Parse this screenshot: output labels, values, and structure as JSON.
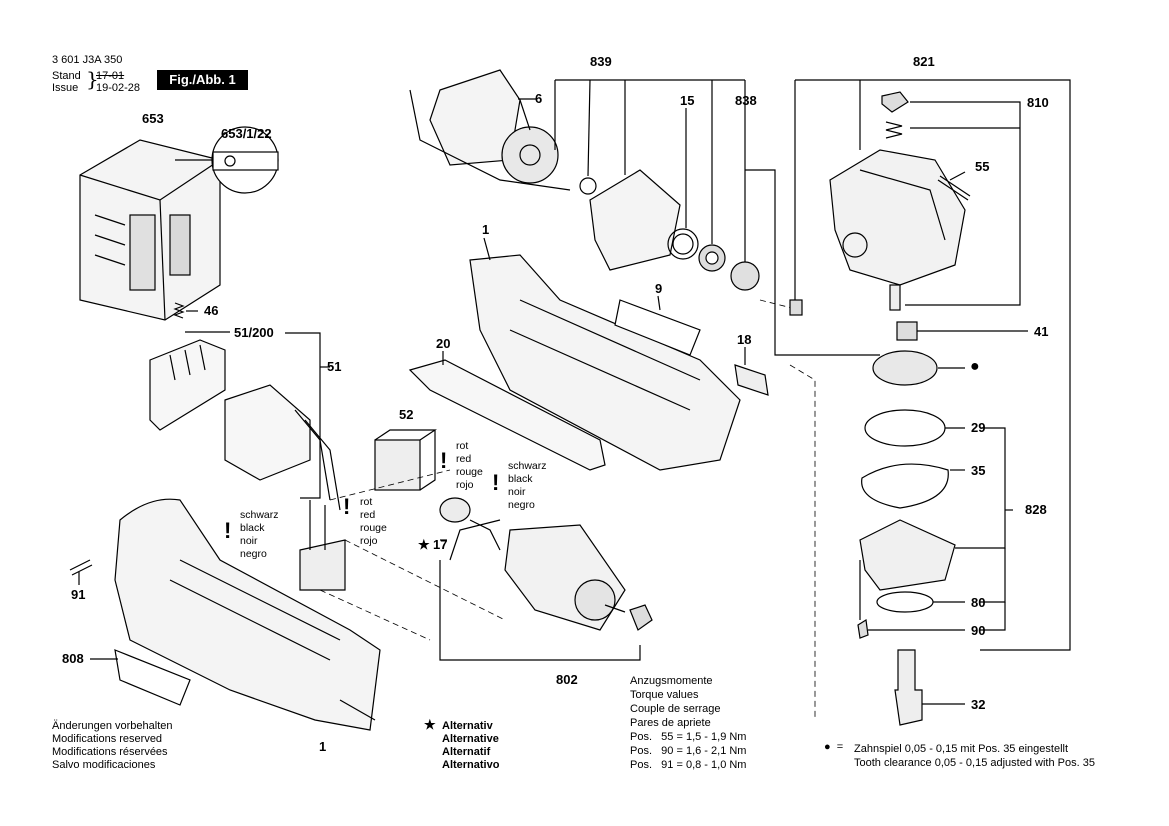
{
  "header": {
    "doc_number": "3 601 J3A 350",
    "stand_label": "Stand",
    "issue_label": "Issue",
    "stand_date": "17-01",
    "issue_date": "19-02-28",
    "fig_label": "Fig./Abb. 1"
  },
  "parts": {
    "p653": "653",
    "p653_1_22": "653/1/22",
    "p46": "46",
    "p51_200": "51/200",
    "p51": "51",
    "p52": "52",
    "p91": "91",
    "p808": "808",
    "p1_top": "1",
    "p1_bottom": "1",
    "p6": "6",
    "p839": "839",
    "p15": "15",
    "p838": "838",
    "p9": "9",
    "p20": "20",
    "p18": "18",
    "p17": "17",
    "p17_star": "★",
    "p802": "802",
    "p821": "821",
    "p810": "810",
    "p55": "55",
    "p41": "41",
    "p29": "29",
    "p35": "35",
    "p828": "828",
    "p80": "80",
    "p90": "90",
    "p32": "32"
  },
  "wire_labels": {
    "left_black": [
      "schwarz",
      "black",
      "noir",
      "negro"
    ],
    "left_red": [
      "rot",
      "red",
      "rouge",
      "rojo"
    ],
    "mid_red": [
      "rot",
      "red",
      "rouge",
      "rojo"
    ],
    "mid_black": [
      "schwarz",
      "black",
      "noir",
      "negro"
    ],
    "warn_symbol": "!"
  },
  "notes": {
    "changes": [
      "Änderungen vorbehalten",
      "Modifications reserved",
      "Modifications réservées",
      "Salvo modificaciones"
    ],
    "alternative_star": "★",
    "alternative": [
      "Alternativ",
      "Alternative",
      "Alternatif",
      "Alternativo"
    ],
    "torque": [
      "Anzugsmomente",
      "Torque values",
      "Couple de serrage",
      "Pares de apriete"
    ],
    "torque_rows": [
      "Pos.   55 = 1,5 - 1,9 Nm",
      "Pos.   90 = 1,6 - 2,1 Nm",
      "Pos.   91 = 0,8 - 1,0 Nm"
    ],
    "clearance_bullet": "●  =",
    "clearance_de": "Zahnspiel 0,05 - 0,15 mit Pos. 35 eingestellt",
    "clearance_en": "Tooth clearance 0,05 - 0,15 adjusted with Pos. 35"
  },
  "colors": {
    "ink": "#000000",
    "paper": "#ffffff",
    "shade": "#d9d9d9"
  }
}
